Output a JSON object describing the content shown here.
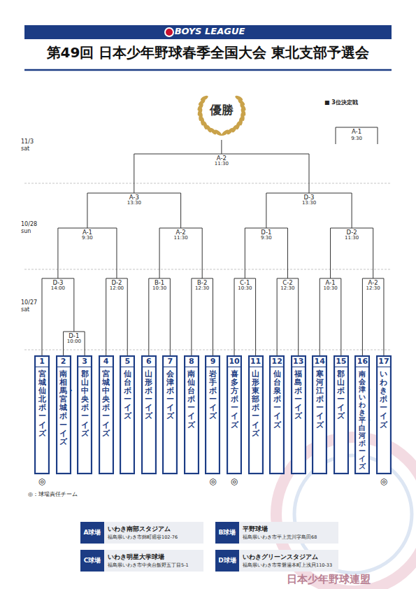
{
  "diagram": {
    "title": "第49回 日本少年野球春季全国大会 東北支部予選会",
    "nodes": [
      {
        "text": [
          "優勝"
        ]
      },
      {
        "text": [
          "A-2",
          "11:30"
        ]
      },
      {
        "text": [
          "A-3",
          "13:30"
        ]
      },
      {
        "text": [
          "D-3",
          "13:30"
        ]
      },
      {
        "text": [
          "A-1",
          "9:30"
        ]
      },
      {
        "text": [
          "A-2",
          "11:30"
        ]
      },
      {
        "text": [
          "D-1",
          "9:30"
        ]
      },
      {
        "text": [
          "D-2",
          "11:30"
        ]
      },
      {
        "text": [
          "D-3",
          "14:00"
        ]
      },
      {
        "text": [
          "D-2",
          "12:00"
        ]
      },
      {
        "text": [
          "B-1",
          "10:30"
        ]
      },
      {
        "text": [
          "B-2",
          "12:30"
        ]
      },
      {
        "text": [
          "C-1",
          "10:30"
        ]
      },
      {
        "text": [
          "C-2",
          "12:30"
        ]
      },
      {
        "text": [
          "A-1",
          "10:30"
        ]
      },
      {
        "text": [
          "A-2",
          "12:30"
        ]
      },
      {
        "text": [
          "D-1",
          "10:00"
        ]
      },
      {
        "text": [
          "1",
          "宮城仙北ボーイズ"
        ]
      },
      {
        "text": [
          "2",
          "南相馬・宮城ボーイズ"
        ]
      },
      {
        "text": [
          "3",
          "郡山中央ボーイズ"
        ]
      },
      {
        "text": [
          "4",
          "宮城中央ボーイズ"
        ]
      },
      {
        "text": [
          "5",
          "仙台ボーイズ"
        ]
      },
      {
        "text": [
          "6",
          "山形ボーイズ"
        ]
      },
      {
        "text": [
          "7",
          "会津ボーイズ"
        ]
      },
      {
        "text": [
          "8",
          "南仙台ボーイズ"
        ]
      },
      {
        "text": [
          "9",
          "岩手ボーイズ"
        ]
      },
      {
        "text": [
          "10",
          "喜多方ボーイズ"
        ]
      },
      {
        "text": [
          "11",
          "山形東部ボーイズ"
        ]
      },
      {
        "text": [
          "12",
          "仙台泉ボーイズ"
        ]
      },
      {
        "text": [
          "13",
          "福島ボーイズ"
        ]
      },
      {
        "text": [
          "14",
          "寒河江ボーイズ"
        ]
      },
      {
        "text": [
          "15",
          "郡山ボーイズ"
        ]
      },
      {
        "text": [
          "16",
          "南会津・いわき平・白河ボーイズ"
        ]
      },
      {
        "text": [
          "17",
          "いわきボーイズ"
        ]
      },
      {
        "text": [
          "A球場",
          "いわき南部スタジアム",
          "福島県いわき市錦町堀谷102-76"
        ]
      },
      {
        "text": [
          "B球場",
          "平野球場",
          "福島県いわき市平上荒川字島田68"
        ]
      },
      {
        "text": [
          "C球場",
          "いわき明星大学球場",
          "福島県いわき市中央台飯野五丁目5-1"
        ]
      },
      {
        "text": [
          "D球場",
          "いわきグリーンスタジアム",
          "福島県いわき市常磐湯本町上浅貝110-33"
        ]
      }
    ],
    "edges": [
      {
        "from": 17,
        "to": 8,
        "arrow": "none"
      },
      {
        "from": 18,
        "to": 16,
        "arrow": "none"
      },
      {
        "from": 19,
        "to": 16,
        "arrow": "none"
      },
      {
        "from": 16,
        "to": 8,
        "arrow": "none"
      },
      {
        "from": 20,
        "to": 9,
        "arrow": "none"
      },
      {
        "from": 21,
        "to": 9,
        "arrow": "none"
      },
      {
        "from": 22,
        "to": 10,
        "arrow": "none"
      },
      {
        "from": 23,
        "to": 10,
        "arrow": "none"
      },
      {
        "from": 24,
        "to": 11,
        "arrow": "none"
      },
      {
        "from": 25,
        "to": 11,
        "arrow": "none"
      },
      {
        "from": 26,
        "to": 12,
        "arrow": "none"
      },
      {
        "from": 27,
        "to": 12,
        "arrow": "none"
      },
      {
        "from": 28,
        "to": 13,
        "arrow": "none"
      },
      {
        "from": 29,
        "to": 13,
        "arrow": "none"
      },
      {
        "from": 30,
        "to": 14,
        "arrow": "none"
      },
      {
        "from": 31,
        "to": 14,
        "arrow": "none"
      },
      {
        "from": 32,
        "to": 15,
        "arrow": "none"
      },
      {
        "from": 33,
        "to": 15,
        "arrow": "none"
      },
      {
        "from": 8,
        "to": 4,
        "arrow": "none"
      },
      {
        "from": 9,
        "to": 4,
        "arrow": "none"
      },
      {
        "from": 10,
        "to": 5,
        "arrow": "none"
      },
      {
        "from": 11,
        "to": 5,
        "arrow": "none"
      },
      {
        "from": 12,
        "to": 6,
        "arrow": "none"
      },
      {
        "from": 13,
        "to": 6,
        "arrow": "none"
      },
      {
        "from": 14,
        "to": 7,
        "arrow": "none"
      },
      {
        "from": 15,
        "to": 7,
        "arrow": "none"
      },
      {
        "from": 4,
        "to": 2,
        "arrow": "none"
      },
      {
        "from": 5,
        "to": 2,
        "arrow": "none"
      },
      {
        "from": 6,
        "to": 3,
        "arrow": "none"
      },
      {
        "from": 7,
        "to": 3,
        "arrow": "none"
      },
      {
        "from": 2,
        "to": 1,
        "arrow": "none"
      },
      {
        "from": 3,
        "to": 1,
        "arrow": "none"
      },
      {
        "from": 1,
        "to": 0,
        "arrow": "none"
      }
    ],
    "labels": [
      "BOYS LEAGUE",
      "11/3",
      "sat",
      "10/28",
      "sun",
      "10/27",
      "sat",
      "■ 3位決定戦",
      "A-1",
      "9:30",
      "◎",
      "◎",
      "◎",
      "◎",
      "◎：球場責任チーム",
      "日本少年野球連盟"
    ]
  }
}
